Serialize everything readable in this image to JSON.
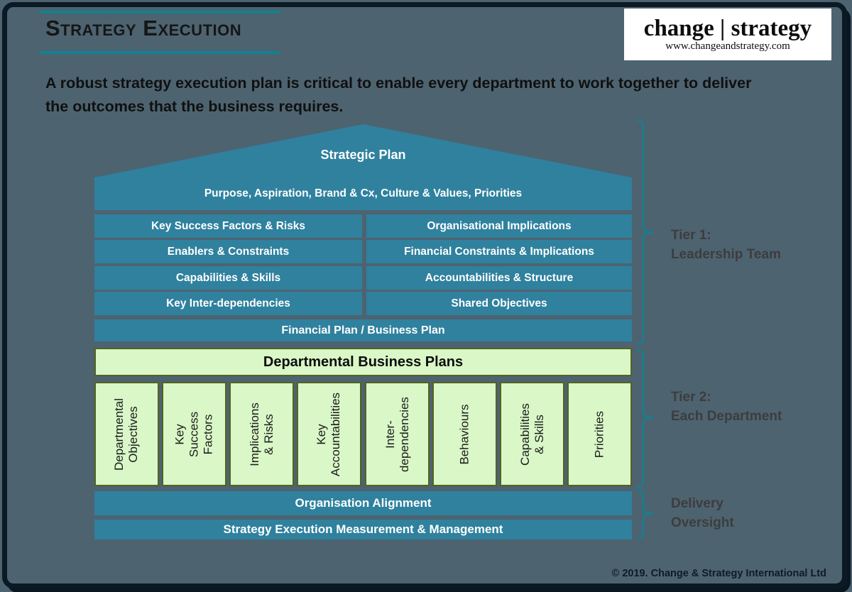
{
  "header": {
    "title": "Strategy Execution",
    "logo": {
      "brand": "change | strategy",
      "url": "www.changeandstrategy.com"
    },
    "intro_prefix": "A robust ",
    "intro_bold": "strategy execution plan",
    "intro_suffix": " is critical to enable every department to work together to deliver the outcomes that the business requires."
  },
  "diagram": {
    "roof_title": "Strategic Plan",
    "roof_subtitle": "Purpose, Aspiration, Brand & Cx, Culture & Values, Priorities",
    "tier1_rows": [
      {
        "left": "Key Success Factors & Risks",
        "right": "Organisational Implications"
      },
      {
        "left": "Enablers & Constraints",
        "right": "Financial Constraints & Implications"
      },
      {
        "left": "Capabilities & Skills",
        "right": "Accountabilities & Structure"
      },
      {
        "left": "Key Inter-dependencies",
        "right": "Shared Objectives"
      }
    ],
    "financial_plan": "Financial Plan / Business Plan",
    "departmental_header": "Departmental Business Plans",
    "department_columns": [
      "Departmental\nObjectives",
      "Key Success\nFactors",
      "Implications\n& Risks",
      "Key\nAccountabilities",
      "Inter-\ndependencies",
      "Behaviours",
      "Capabilities\n& Skills",
      "Priorities"
    ],
    "org_alignment": "Organisation Alignment",
    "strategy_execution": "Strategy Execution Measurement & Management"
  },
  "annotations": [
    {
      "title": "Tier 1:",
      "subtitle": "Leadership Team"
    },
    {
      "title": "Tier 2:",
      "subtitle": "Each Department"
    },
    {
      "title": "Delivery",
      "subtitle": "Oversight"
    }
  ],
  "footer": {
    "copyright": "© 2019. Change & Strategy International Ltd"
  },
  "colors": {
    "background": "#4d6370",
    "frame": "#0b1924",
    "teal_box": "#2f819e",
    "accent_teal": "#14808f",
    "pale_green": "#d9f7c7",
    "green_border": "#52641f",
    "tier_label": "#3d3d3d"
  }
}
